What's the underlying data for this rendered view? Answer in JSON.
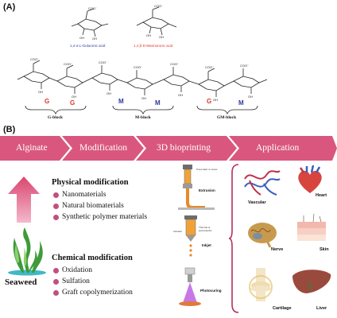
{
  "panel_a": {
    "label": "(A)",
    "sugar1": "1,4 α-L-Guluronic acid",
    "sugar2": "1,4 β-D-Mannuronic acid",
    "units": [
      "G",
      "G",
      "M",
      "M",
      "G",
      "M"
    ],
    "blocks": [
      "G-block",
      "M-block",
      "GM-block"
    ],
    "colors": {
      "g_unit": "#e0352b",
      "m_unit": "#2b3a9b",
      "sugar1": "#2b3a9b",
      "sugar2": "#e0352b"
    }
  },
  "panel_b": {
    "label": "(B)",
    "banner": [
      "Alginate",
      "Modification",
      "3D bioprinting",
      "Application"
    ],
    "banner_color": "#d9577f",
    "physical": {
      "title": "Physical modification",
      "items": [
        "Nanomaterials",
        "Natural biomaterials",
        "Synthetic polymer materials"
      ]
    },
    "chemical": {
      "title": "Chemical modification",
      "items": [
        "Oxidation",
        "Sulfation",
        "Graft copolymerization"
      ]
    },
    "seaweed": "Seaweed",
    "printing": {
      "extrusion": {
        "label": "Extrusion",
        "note": "Pneumatic or screw"
      },
      "inkjet": {
        "label": "Inkjet",
        "note_left": "Actuator",
        "note_right": "Thermal or piezoelectric"
      },
      "photocuring": {
        "label": "Photocuring"
      }
    },
    "applications": [
      "Vascular",
      "Heart",
      "Nerve",
      "Skin",
      "Cartilage",
      "Liver"
    ]
  }
}
